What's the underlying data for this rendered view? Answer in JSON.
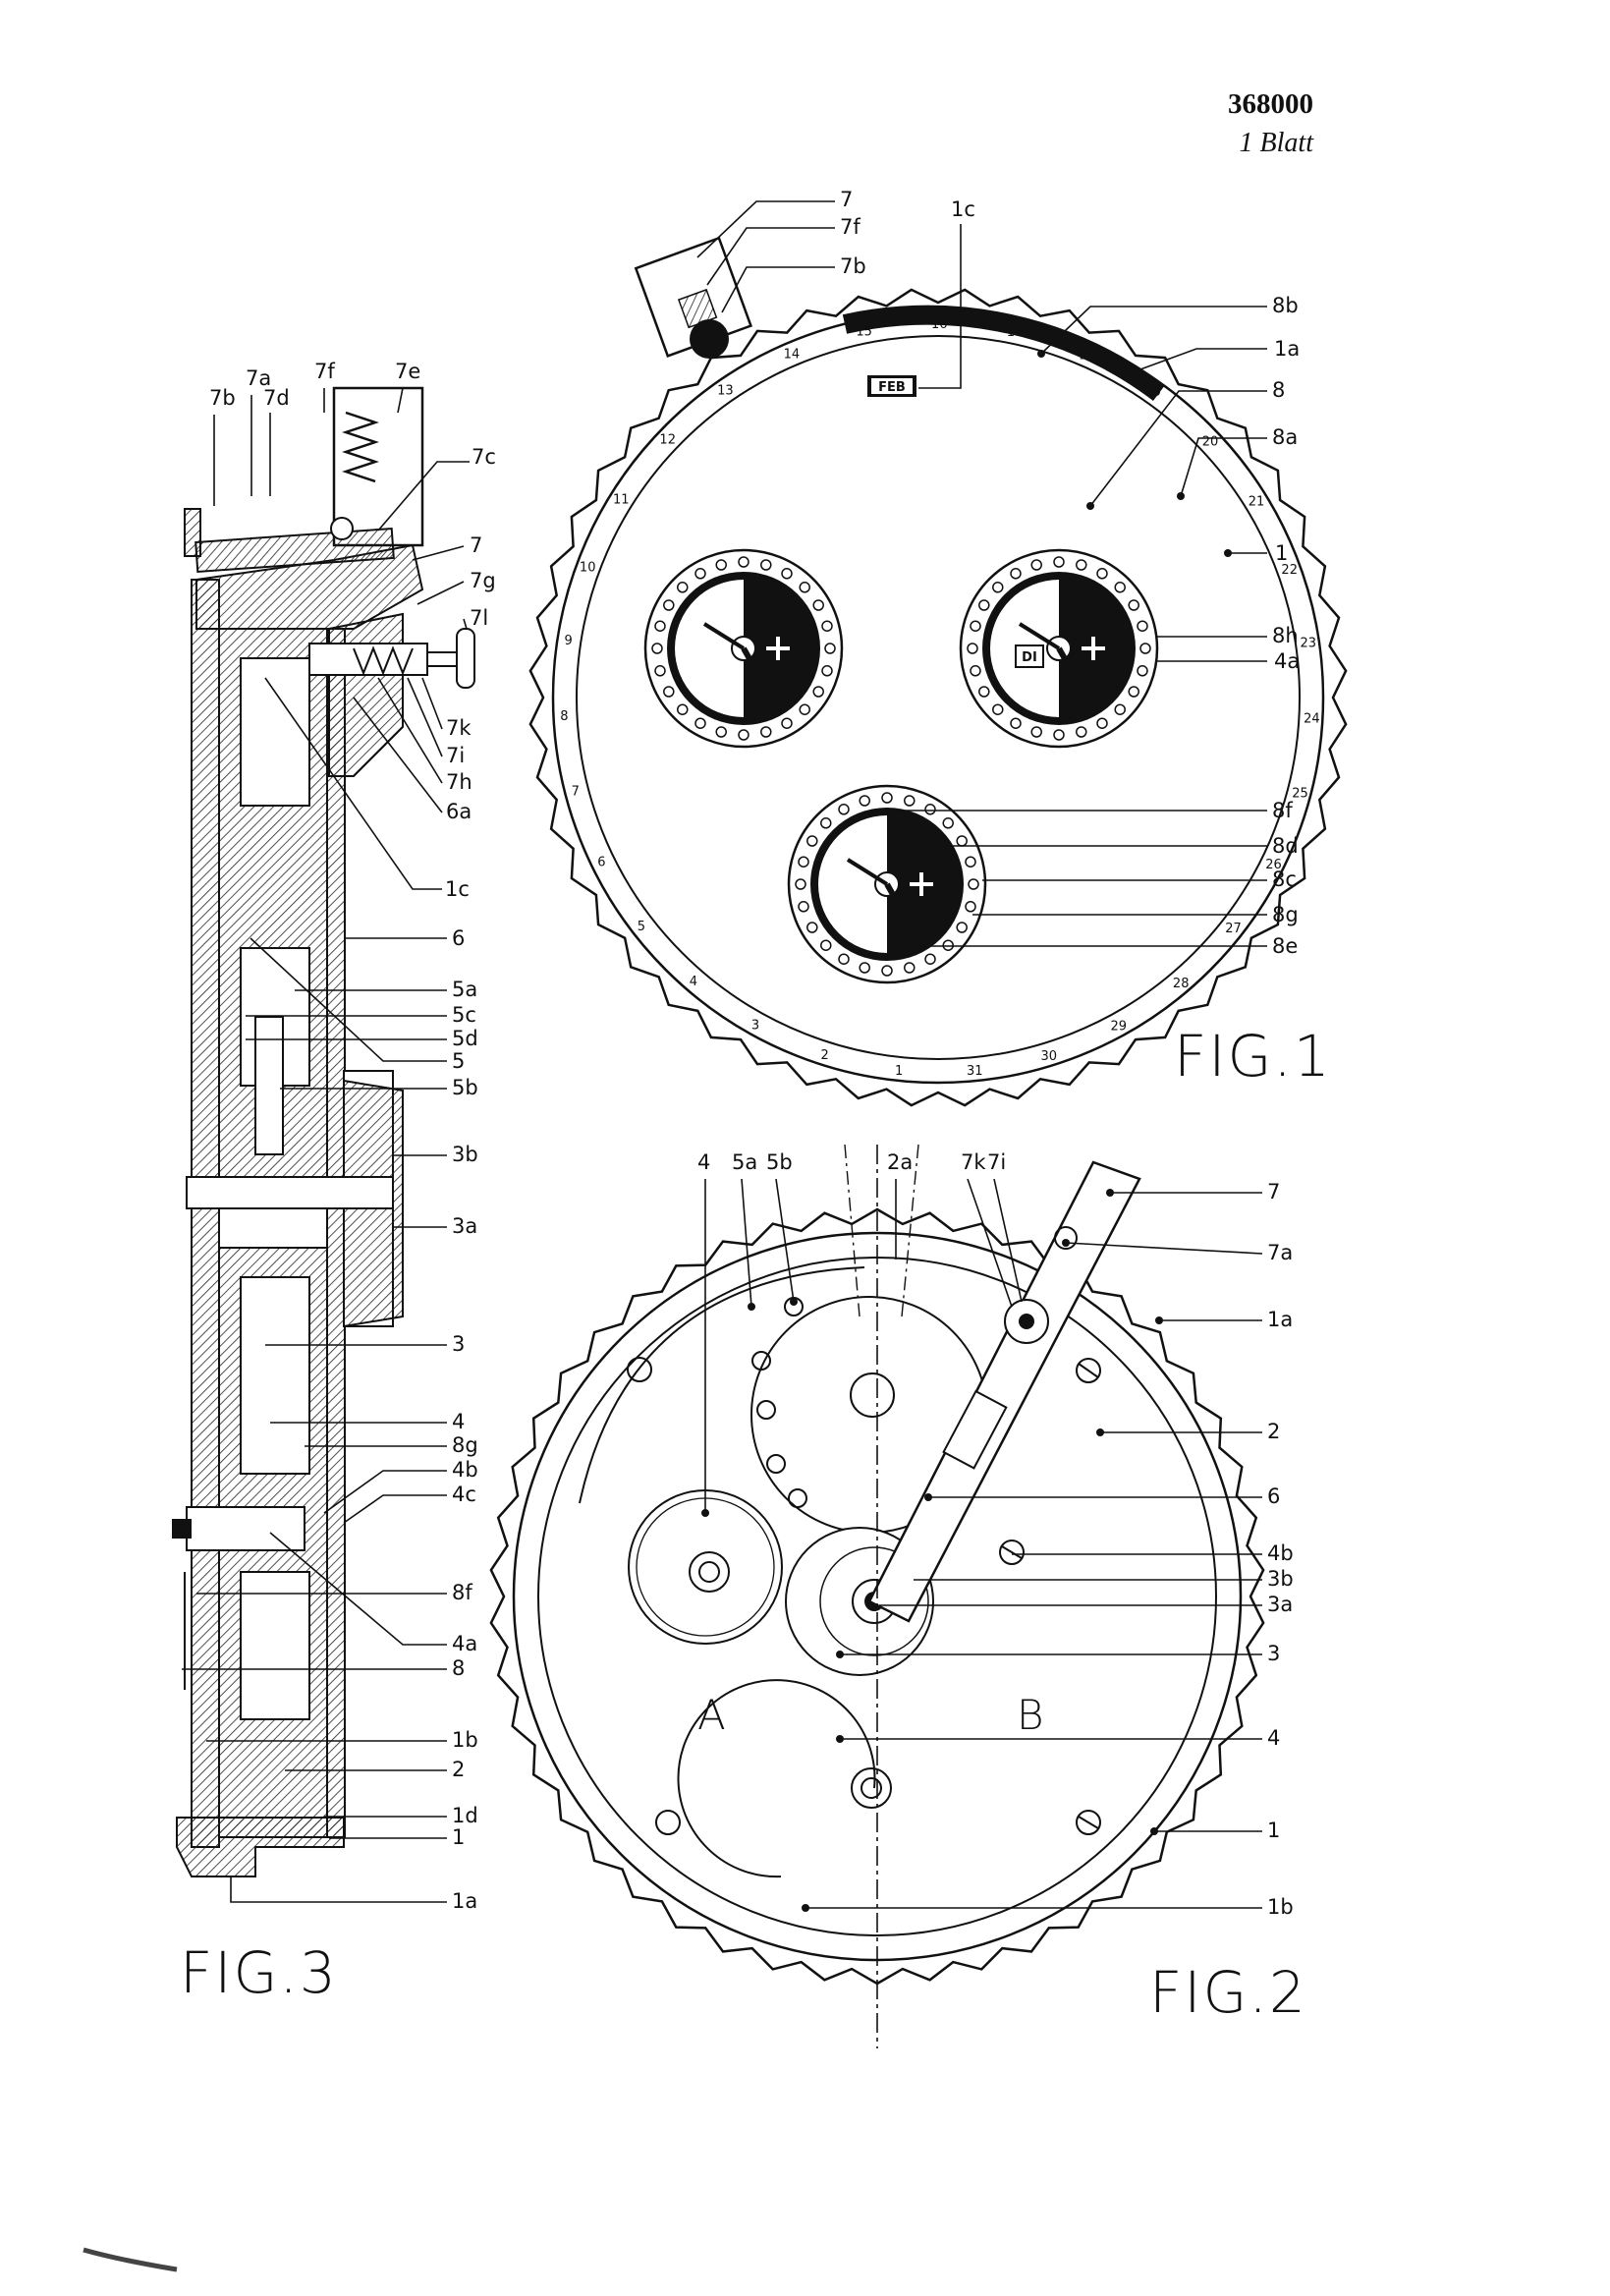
{
  "header": {
    "patent_number": "368000",
    "sheet_count": "1 Blatt"
  },
  "fig1": {
    "caption": "FIG.1",
    "month_window": "FEB",
    "day_window": "DI",
    "callouts": [
      "7",
      "7f",
      "7b",
      "1c",
      "8b",
      "1a",
      "8",
      "8a",
      "1",
      "8h",
      "4a",
      "8f",
      "8d",
      "8c",
      "8g",
      "8e"
    ],
    "ring_scale": [
      "1",
      "2",
      "3",
      "4",
      "5",
      "6",
      "7",
      "8",
      "9",
      "10",
      "11",
      "12",
      "13",
      "14",
      "15",
      "16",
      "17",
      "18",
      "19",
      "20",
      "21",
      "22",
      "23",
      "24",
      "25",
      "26",
      "27",
      "28",
      "29",
      "30",
      "31"
    ]
  },
  "fig2": {
    "caption": "FIG.2",
    "half_left": "A",
    "half_right": "B",
    "callouts_top": [
      "4",
      "5a",
      "5b",
      "2a",
      "7k",
      "7i"
    ],
    "callouts_right": [
      "7",
      "7a",
      "1a",
      "2",
      "6",
      "4b",
      "3b",
      "3a",
      "3",
      "4",
      "1",
      "1b"
    ]
  },
  "fig3": {
    "caption": "FIG.3",
    "callouts_top": [
      "7b",
      "7a",
      "7d",
      "7f",
      "7e"
    ],
    "callouts_right": [
      "7c",
      "7",
      "7g",
      "7l",
      "7k",
      "7i",
      "7h",
      "6a",
      "1c",
      "6",
      "5a",
      "5c",
      "5d",
      "5",
      "5b",
      "3b",
      "3a",
      "3",
      "4",
      "8g",
      "4b",
      "4c",
      "8f",
      "4a",
      "8",
      "1b",
      "2",
      "1d",
      "1",
      "1a"
    ]
  }
}
